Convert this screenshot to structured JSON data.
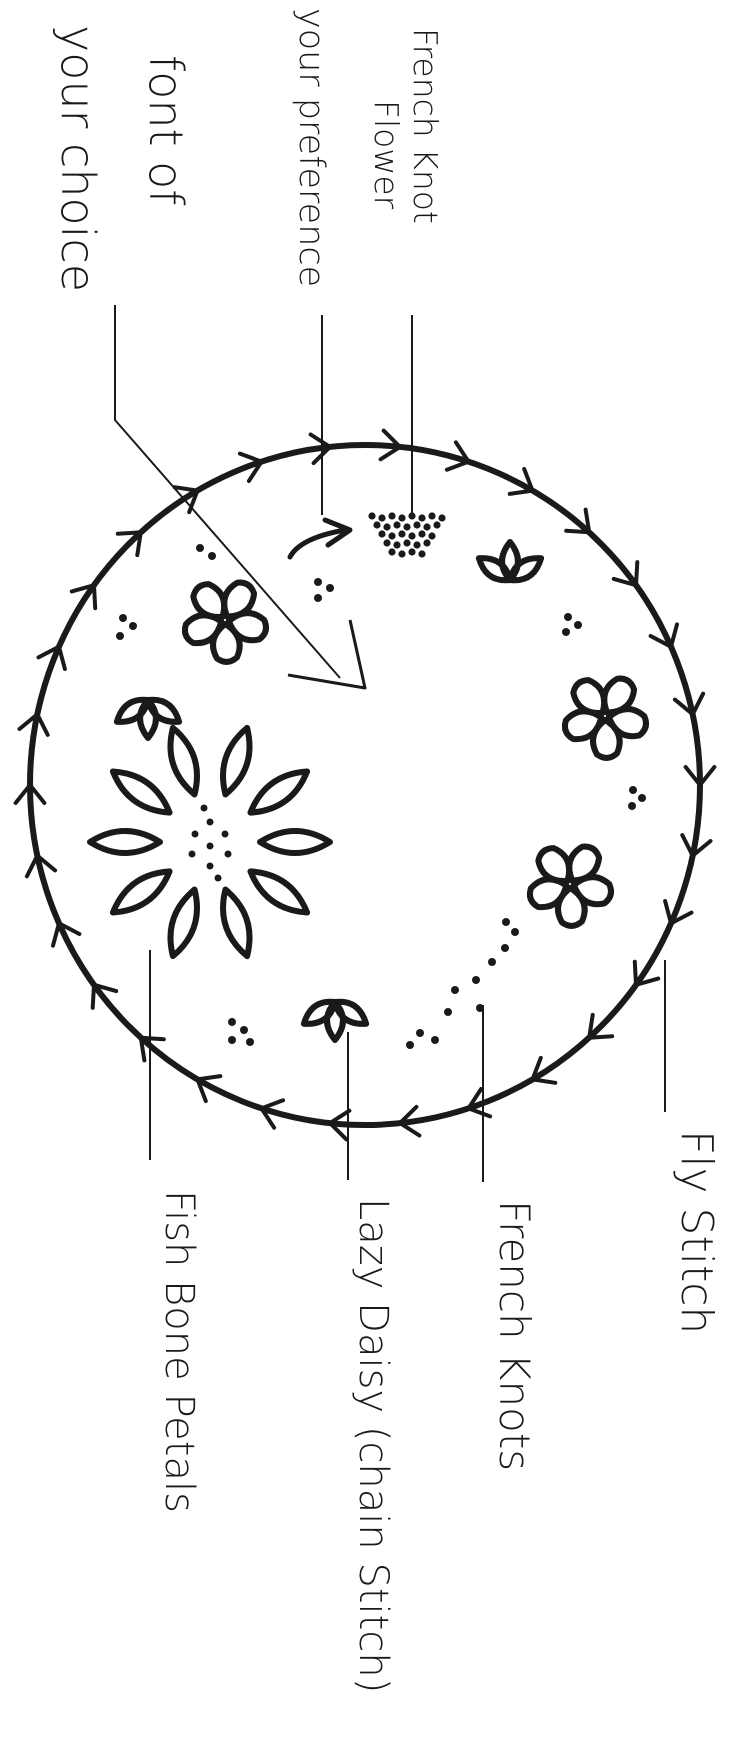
{
  "labels": {
    "french_knot_flower_line1": "French Knot",
    "french_knot_flower_line2": "Flower",
    "your_preference": "your preference",
    "font_line1": "font of",
    "font_line2": "your choice",
    "fly_stitch": "Fly Stitch",
    "french_knots": "French Knots",
    "lazy_daisy": "Lazy Daisy (chain Stitch)",
    "fish_bone": "Fish Bone Petals"
  },
  "colors": {
    "ink": "#1a1a1a",
    "background": "#ffffff"
  }
}
